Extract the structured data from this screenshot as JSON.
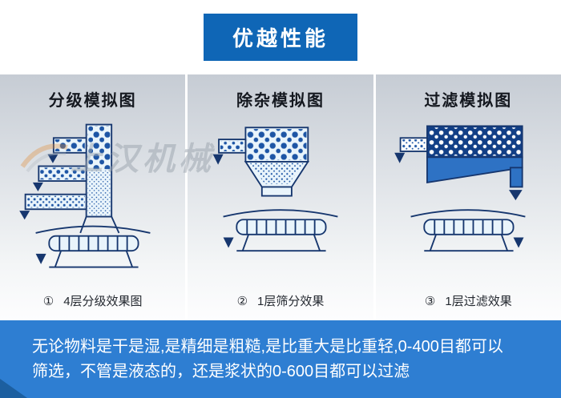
{
  "header": {
    "title": "优越性能"
  },
  "panels": [
    {
      "title": "分级模拟图",
      "num": "①",
      "caption": "4层分级效果图"
    },
    {
      "title": "除杂模拟图",
      "num": "②",
      "caption": "1层筛分效果"
    },
    {
      "title": "过滤模拟图",
      "num": "③",
      "caption": "1层过滤效果"
    }
  ],
  "watermark": {
    "text": "上汉机械"
  },
  "footer": {
    "line1": "无论物料是干是湿,是精细是粗糙,是比重大是比重轻,0-400目都可以",
    "line2": "筛选，不管是液态的，还是浆状的0-600目都可以过滤"
  },
  "colors": {
    "accent_blue": "#0f66b6",
    "footer_blue": "#2e7ed2",
    "corner_blue": "#1c5fa0",
    "diagram_outline_navy": "#16366e",
    "diagram_dot_blue": "#1d55a5",
    "diagram_dark_tank": "#123f86",
    "diagram_liquid_blue": "#2e72c4",
    "diagram_light_fill": "#e9f4fb",
    "panel_gradient_top": "#c6ccd4"
  }
}
